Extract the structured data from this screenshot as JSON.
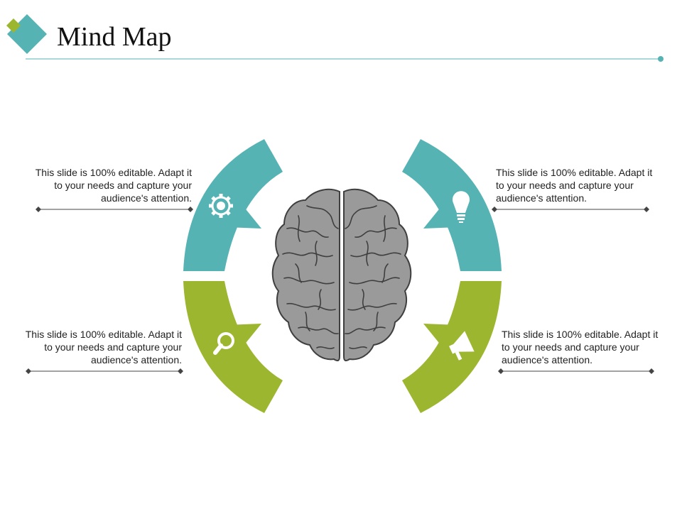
{
  "title": "Mind Map",
  "colors": {
    "teal": "#56b3b4",
    "green": "#9db62f",
    "brain": "#9a9a9a",
    "brain_outline": "#3f3f3f",
    "rule": "#56b3b4"
  },
  "segments": [
    {
      "id": "top-left",
      "color": "teal",
      "icon": "gear-icon",
      "text": "This slide is 100% editable. Adapt it to your needs and capture your audience's attention."
    },
    {
      "id": "top-right",
      "color": "teal",
      "icon": "lightbulb-icon",
      "text": "This slide is 100% editable. Adapt it to your needs and capture your audience's attention."
    },
    {
      "id": "bottom-left",
      "color": "green",
      "icon": "magnifier-icon",
      "text": "This slide is 100% editable. Adapt it to your needs and capture your audience's attention."
    },
    {
      "id": "bottom-right",
      "color": "green",
      "icon": "megaphone-icon",
      "text": "This slide is 100% editable. Adapt it to your needs and capture your audience's attention."
    }
  ],
  "center_icon": "brain-icon"
}
